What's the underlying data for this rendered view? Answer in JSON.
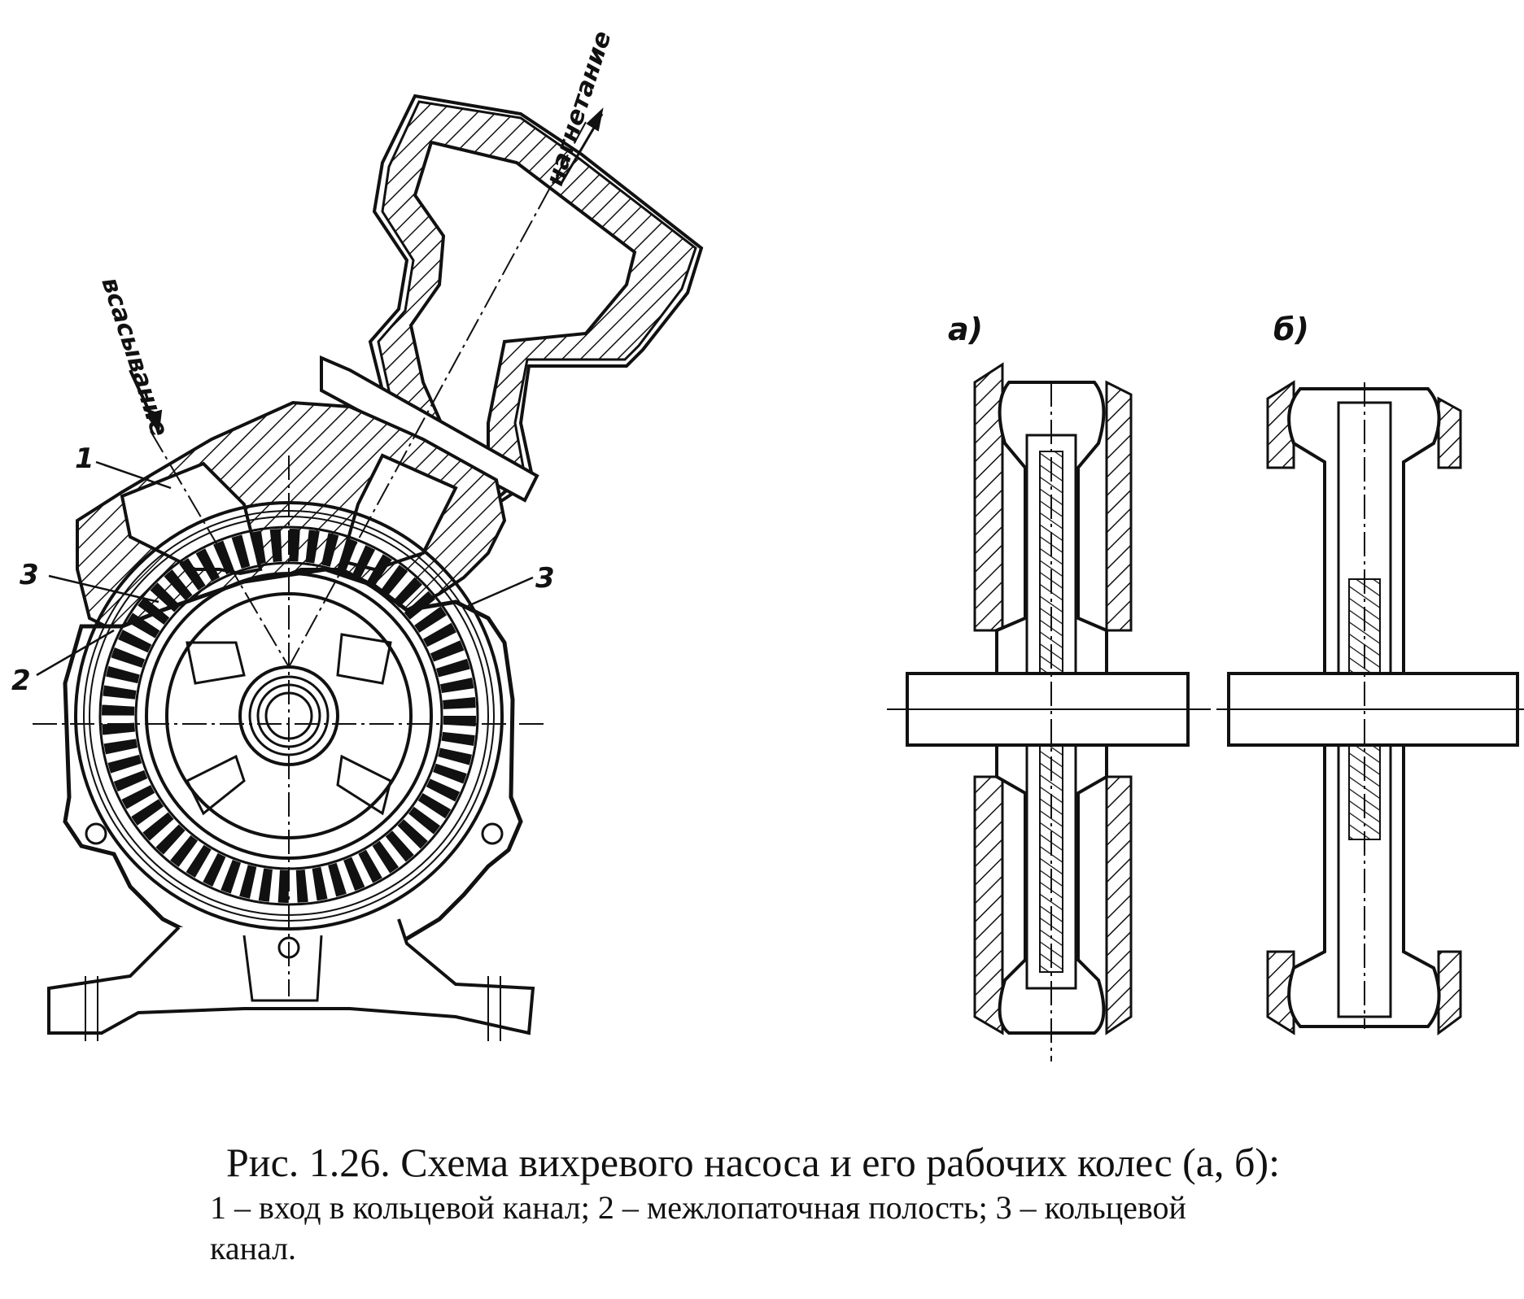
{
  "diagram": {
    "flow_labels": {
      "outlet": "нагнетание",
      "inlet": "всасывание"
    },
    "callouts": {
      "left_1": "1",
      "left_3": "3",
      "left_2": "2",
      "right_3": "3"
    },
    "wheel_labels": {
      "a": "а)",
      "b": "б)"
    }
  },
  "caption": {
    "title": "Рис. 1.26. Схема вихревого насоса и его рабочих колес (а, б):",
    "legend_line1": "1 – вход в кольцевой канал; 2 – межлопаточная полость; 3 – кольцевой",
    "legend_line2": "канал."
  }
}
